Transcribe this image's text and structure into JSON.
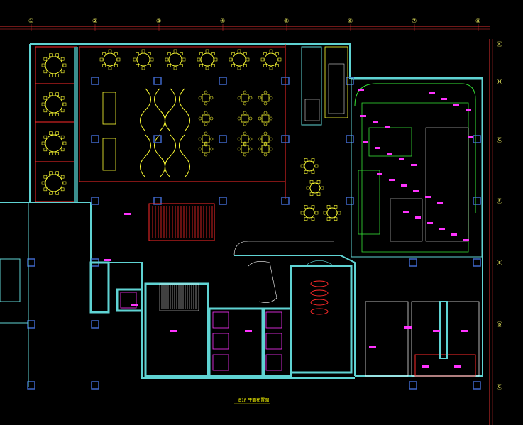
{
  "drawing": {
    "caption": "B1F 平面布置图",
    "colors": {
      "background": "#000000",
      "wall": "#5fd3d3",
      "wall_fill": "#3b8f8f",
      "column": "#3f67c9",
      "axis": "#e23030",
      "furniture": "#ffff33",
      "stair": "#ff2a2a",
      "kitchen": "#36e336",
      "label": "#ff33ff",
      "detail": "#ffffff"
    },
    "grid_top_labels": [
      "①",
      "②",
      "③",
      "④",
      "⑤",
      "⑥",
      "⑦",
      "⑧"
    ],
    "grid_right_labels": [
      "Ⓚ",
      "Ⓗ",
      "Ⓖ",
      "Ⓕ",
      "Ⓔ",
      "Ⓓ",
      "Ⓒ"
    ]
  }
}
